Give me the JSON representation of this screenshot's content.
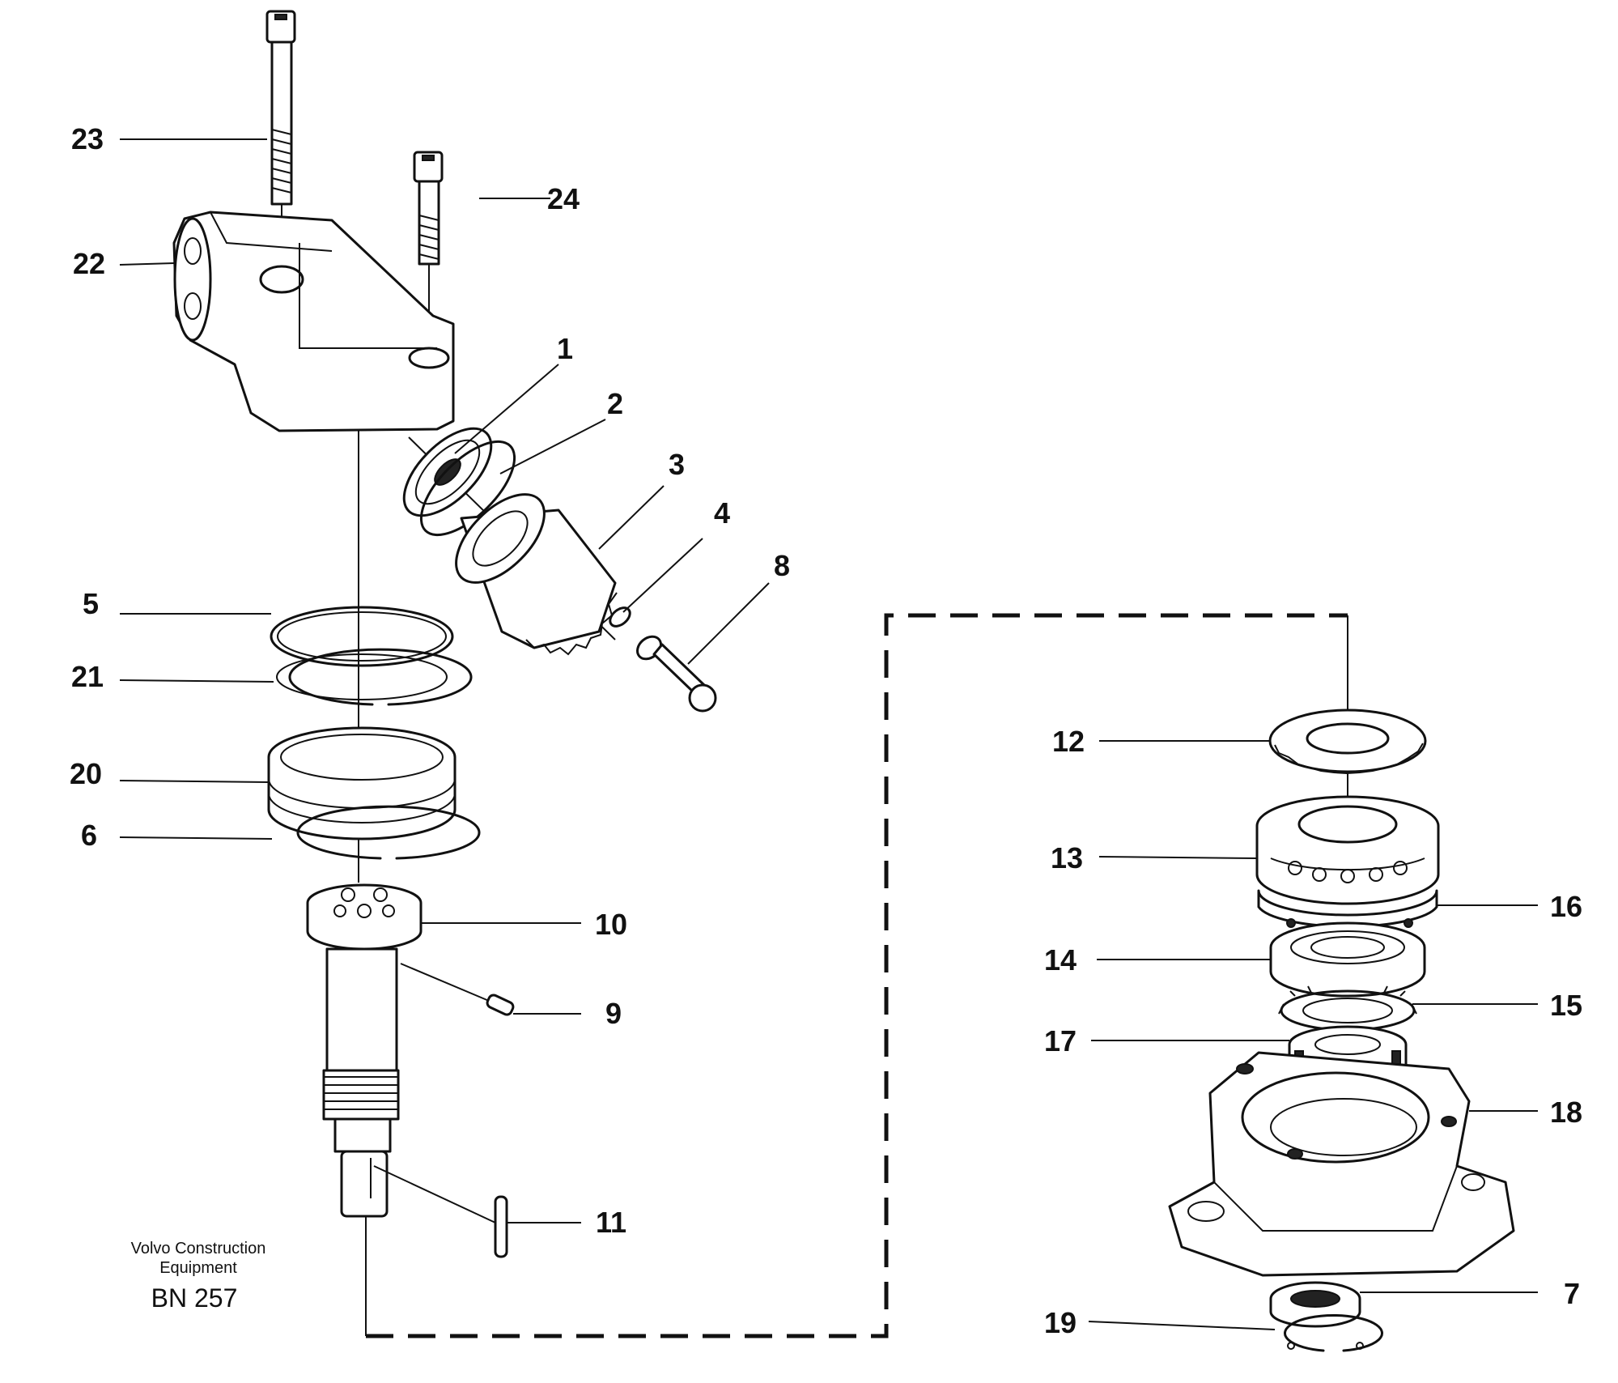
{
  "callouts": {
    "c1": "1",
    "c2": "2",
    "c3": "3",
    "c4": "4",
    "c5": "5",
    "c6": "6",
    "c7": "7",
    "c8": "8",
    "c9": "9",
    "c10": "10",
    "c11": "11",
    "c12": "12",
    "c13": "13",
    "c14": "14",
    "c15": "15",
    "c16": "16",
    "c17": "17",
    "c18": "18",
    "c19": "19",
    "c20": "20",
    "c21": "21",
    "c22": "22",
    "c23": "23",
    "c24": "24"
  },
  "caption": {
    "line1": "Volvo Construction",
    "line2": "Equipment",
    "code": "BN 257"
  }
}
